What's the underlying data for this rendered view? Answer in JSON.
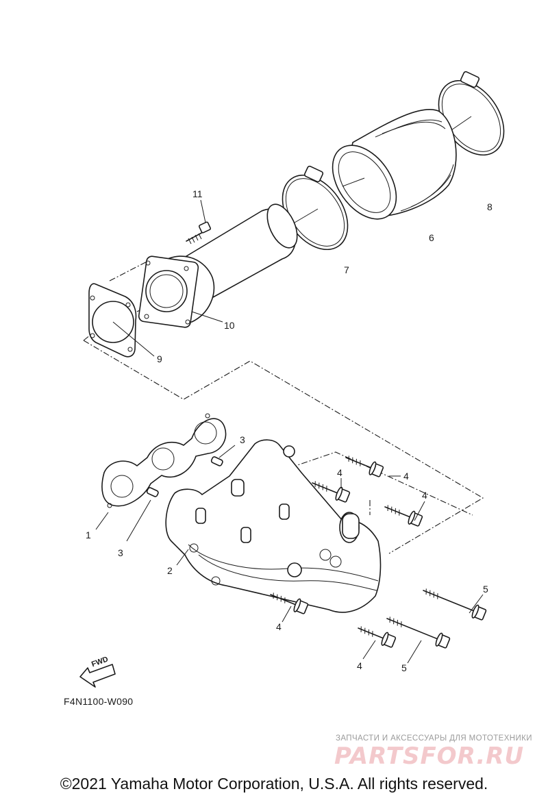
{
  "figure": {
    "code": "F4N1100-W090",
    "fwd_label": "FWD"
  },
  "callouts": [
    {
      "id": "c11",
      "text": "11"
    },
    {
      "id": "c10",
      "text": "10"
    },
    {
      "id": "c9",
      "text": "9"
    },
    {
      "id": "c8",
      "text": "8"
    },
    {
      "id": "c7",
      "text": "7"
    },
    {
      "id": "c6",
      "text": "6"
    },
    {
      "id": "c1",
      "text": "1"
    },
    {
      "id": "c2",
      "text": "2"
    },
    {
      "id": "c3a",
      "text": "3"
    },
    {
      "id": "c3b",
      "text": "3"
    },
    {
      "id": "c4a",
      "text": "4"
    },
    {
      "id": "c4b",
      "text": "4"
    },
    {
      "id": "c4c",
      "text": "4"
    },
    {
      "id": "c4d",
      "text": "4"
    },
    {
      "id": "c4e",
      "text": "4"
    },
    {
      "id": "c5a",
      "text": "5"
    },
    {
      "id": "c5b",
      "text": "5"
    }
  ],
  "watermark": {
    "tagline": "ЗАПЧАСТИ И АКСЕССУАРЫ ДЛЯ МОТОТЕХНИКИ",
    "logo": "PARTSFOR.RU"
  },
  "footer": {
    "copyright": "©2021 Yamaha Motor Corporation, U.S.A. All rights reserved."
  }
}
